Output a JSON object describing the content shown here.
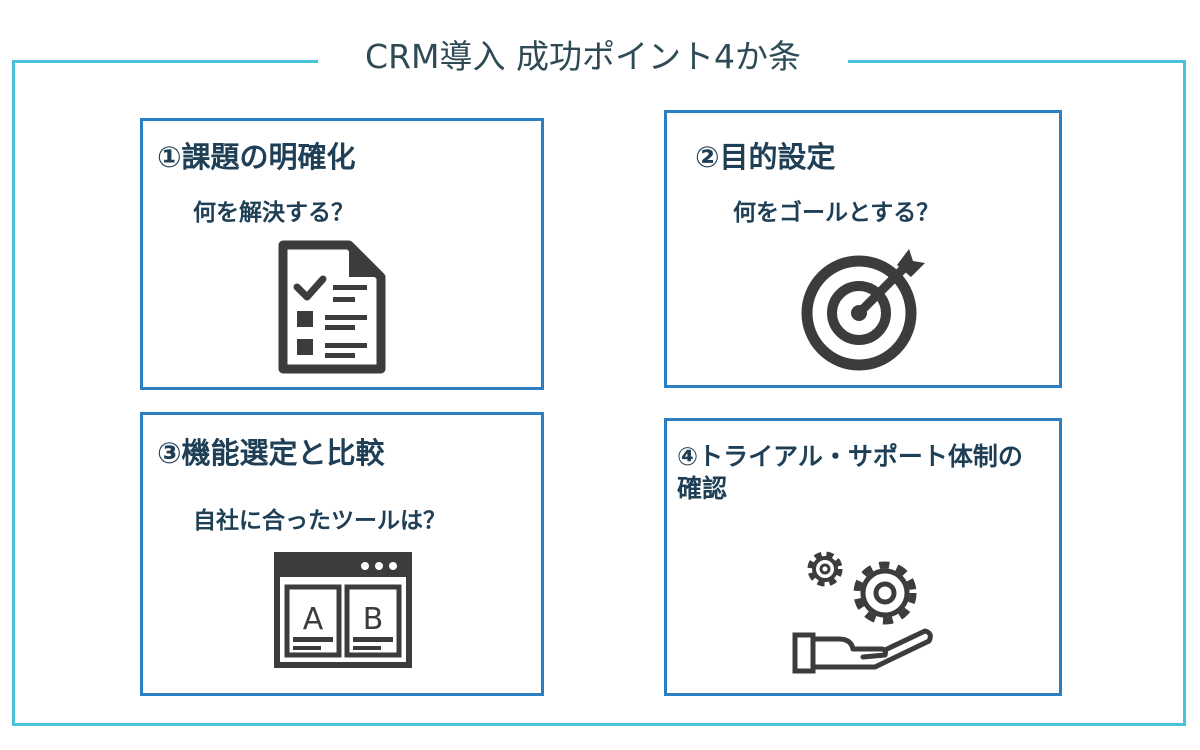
{
  "title": "CRM導入 成功ポイント4か条",
  "colors": {
    "frame": "#49c1d8",
    "card_border": "#2b7fc2",
    "text": "#1e3f55",
    "icon": "#3c3c3c"
  },
  "cards": [
    {
      "title": "①課題の明確化",
      "subtitle": "何を解決する？",
      "icon": "checklist-document-icon"
    },
    {
      "title": "②目的設定",
      "subtitle": "何をゴールとする？",
      "icon": "target-icon"
    },
    {
      "title": "③機能選定と比較",
      "subtitle": "自社に合ったツールは？",
      "icon": "ab-comparison-window-icon"
    },
    {
      "title": "④トライアル・サポート体制の確認",
      "subtitle": "",
      "icon": "gears-hand-support-icon"
    }
  ]
}
